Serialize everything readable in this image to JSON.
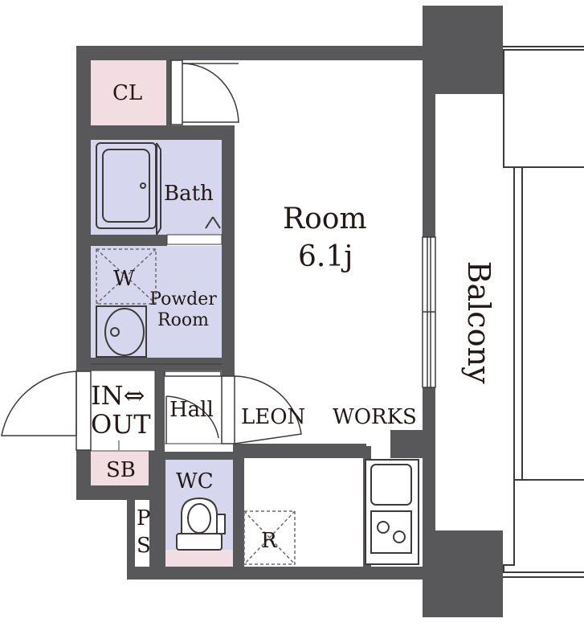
{
  "floor_plan": {
    "rooms": {
      "closet": "CL",
      "bath": "Bath",
      "washer": "W",
      "powder_room_line1": "Powder",
      "powder_room_line2": "Room",
      "entrance_line1": "IN⇔",
      "entrance_line2": "OUT",
      "hall": "Hall",
      "shoe_box": "SB",
      "wc": "WC",
      "pipe_space_line1": "P",
      "pipe_space_line2": "S",
      "refrigerator": "R",
      "main_room": "Room",
      "main_room_size": "6.1j",
      "balcony": "Balcony"
    },
    "brand_left": "LEON",
    "brand_right": "WORKS"
  },
  "colors": {
    "wall": "#58585a",
    "closet_fill": "#f2dde2",
    "wet_area_fill": "#d6d6ee",
    "line": "#3e3a39",
    "dash": "#6b6b6b"
  }
}
